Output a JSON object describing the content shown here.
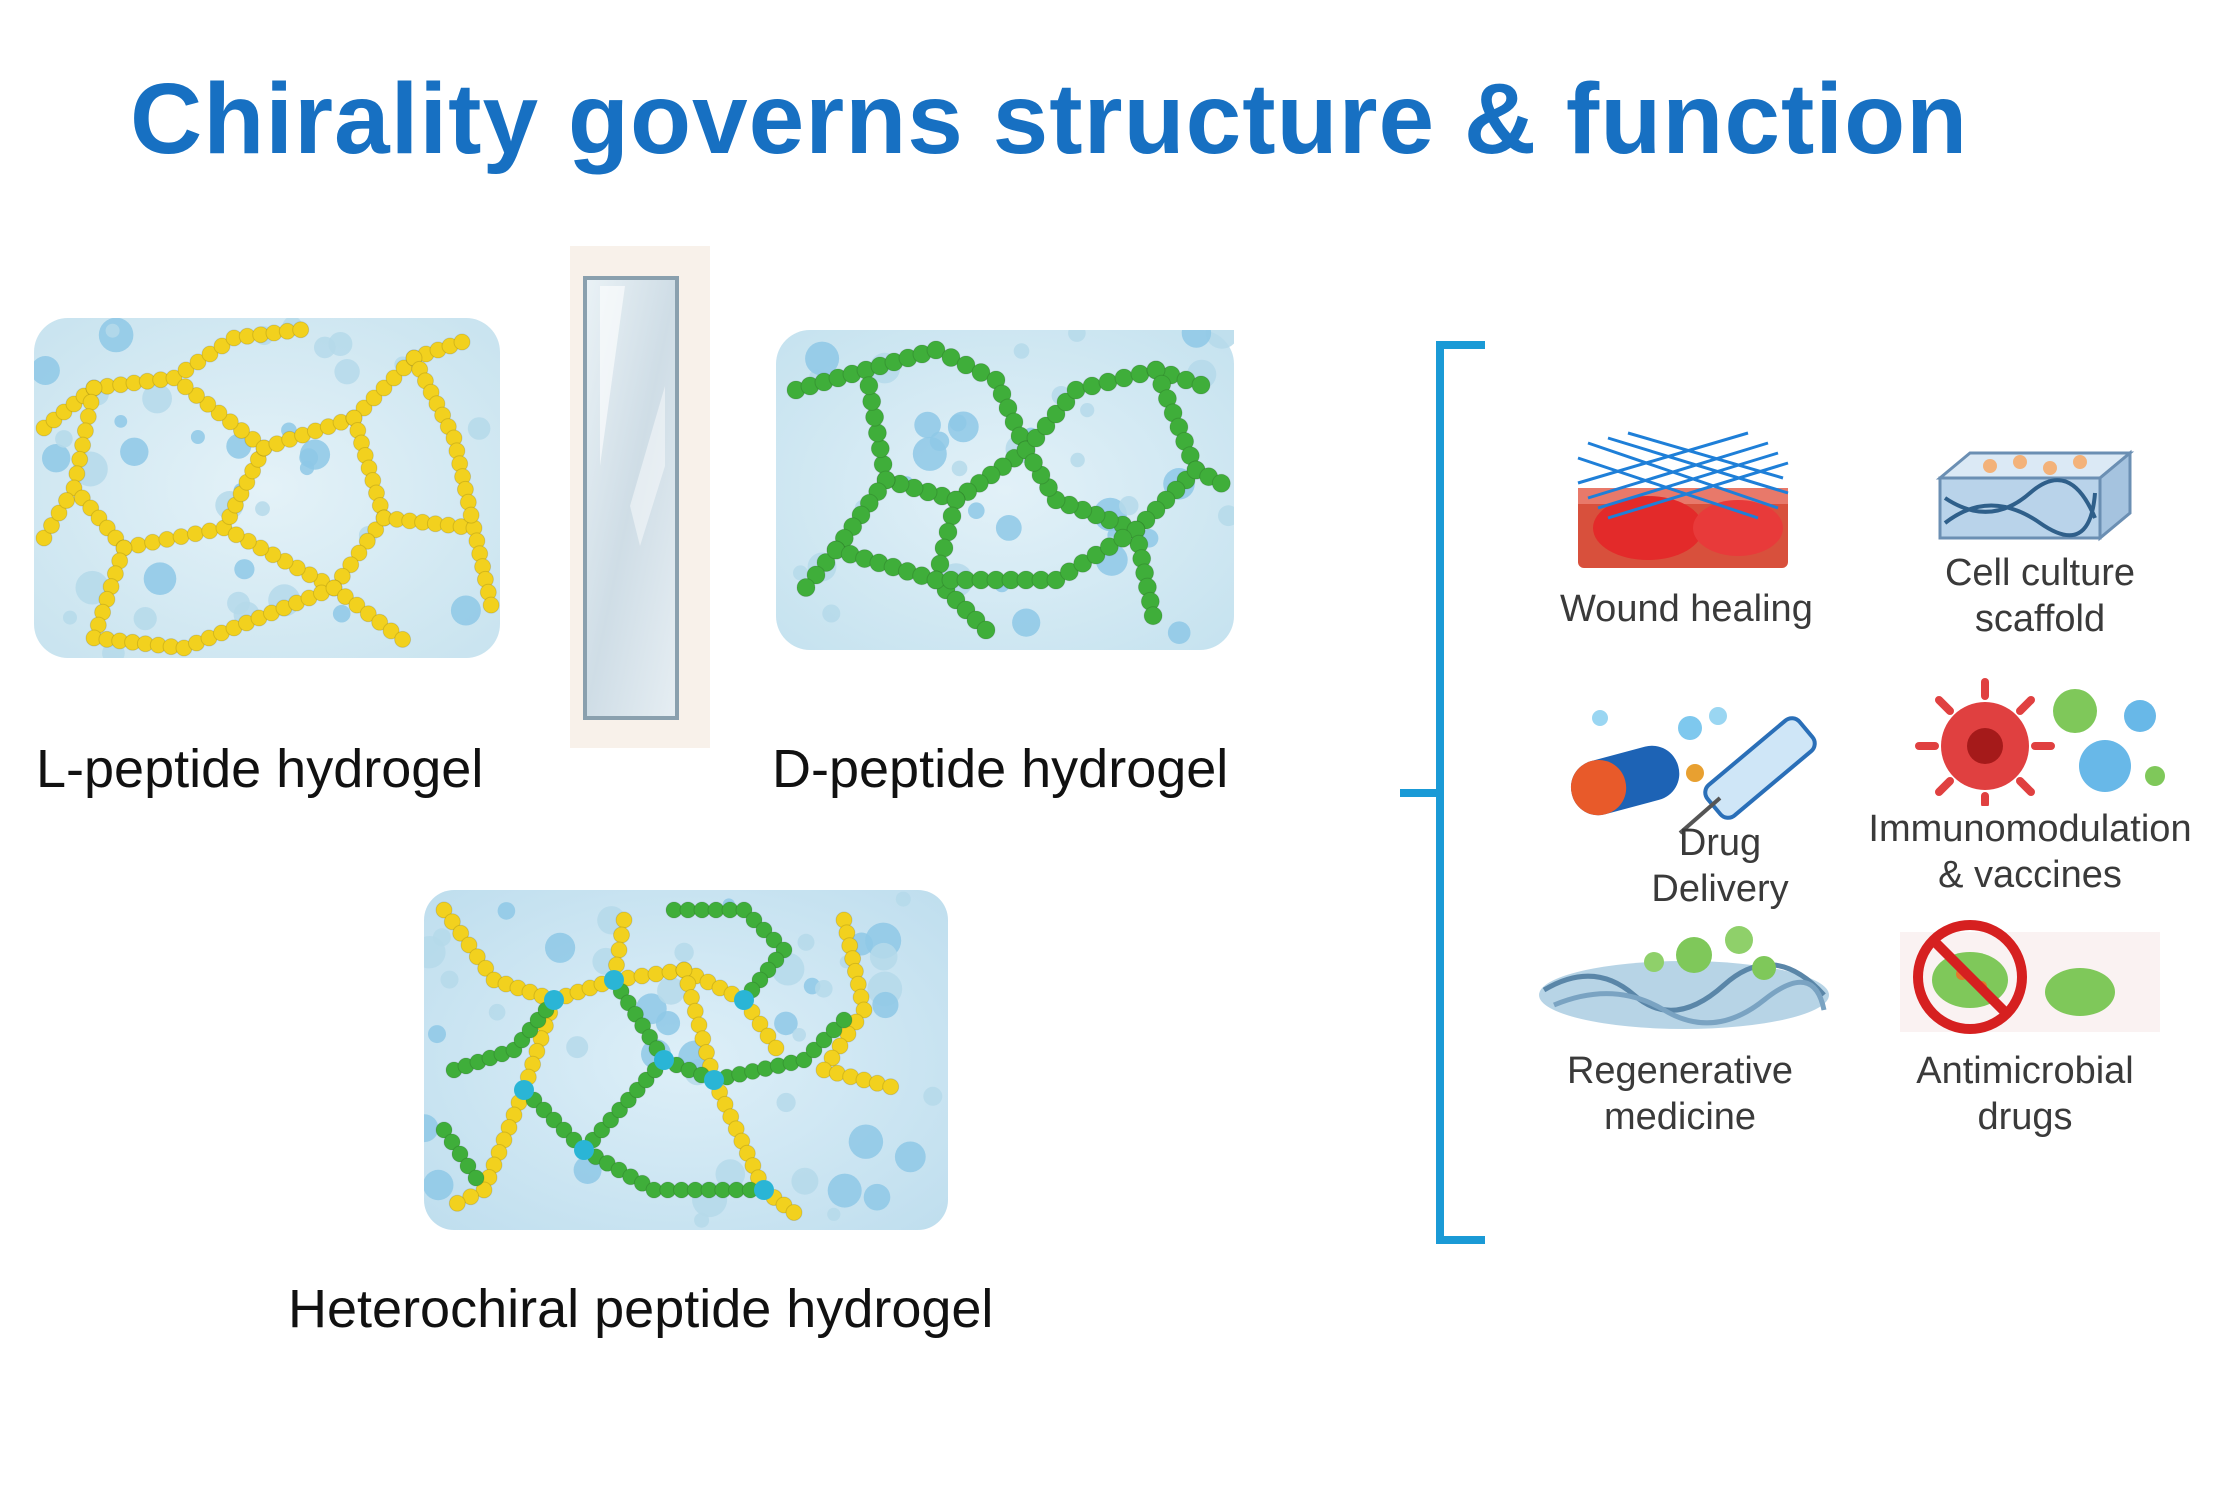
{
  "title": "Chirality governs structure & function",
  "hydrogels": {
    "l_label": "L-peptide hydrogel",
    "d_label": "D-peptide hydrogel",
    "hetero_label": "Heterochiral peptide hydrogel"
  },
  "applications": [
    {
      "label": "Wound healing",
      "icon": "wound-healing-icon"
    },
    {
      "label": "Cell culture\nscaffold",
      "icon": "cell-culture-scaffold-icon"
    },
    {
      "label": "Drug\nDelivery",
      "icon": "drug-delivery-icon"
    },
    {
      "label": "Immunomodulation\n& vaccines",
      "icon": "immunomodulation-icon"
    },
    {
      "label": "Regenerative\nmedicine",
      "icon": "regenerative-medicine-icon"
    },
    {
      "label": "Antimicrobial\ndrugs",
      "icon": "antimicrobial-icon"
    }
  ],
  "colors": {
    "title": "#1770c2",
    "l_bead": "#f2d11e",
    "d_bead": "#3fae3a",
    "junction": "#2ab5d6",
    "bracket": "#1a9ad6",
    "gel_background": "#d6ecf5"
  }
}
